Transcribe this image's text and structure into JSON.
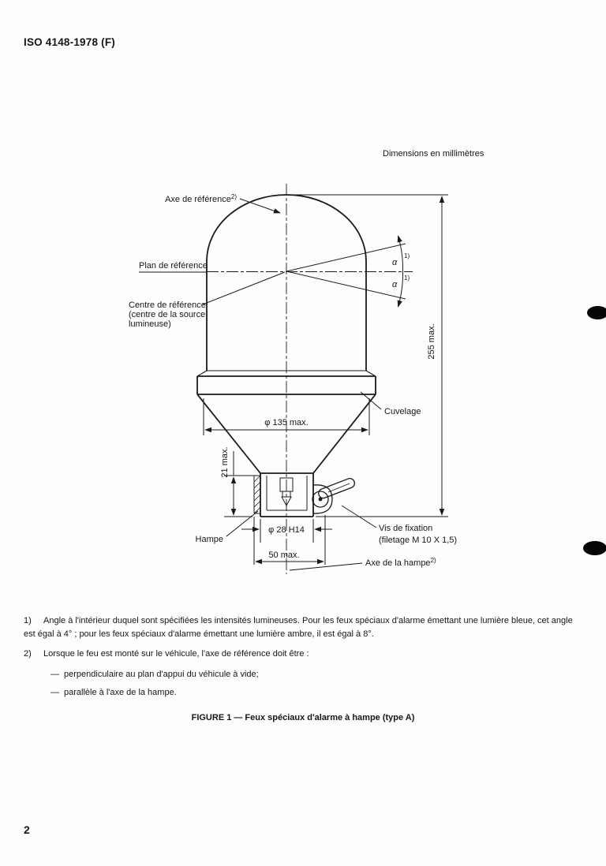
{
  "page": {
    "header": "ISO 4148-1978 (F)",
    "dimensions_note": "Dimensions en millimètres",
    "figure_caption": "FIGURE 1 — Feux spéciaux d'alarme à hampe (type A)",
    "page_number": "2"
  },
  "diagram": {
    "labels": {
      "axe_reference": "Axe de référence",
      "ref_sup": "2)",
      "plan_reference": "Plan de référence",
      "centre_reference_line1": "Centre de référence",
      "centre_reference_line2": "(centre de la source",
      "centre_reference_line3": "lumineuse)",
      "alpha": "α",
      "alpha_sup": "1)",
      "dim_height": "255 max.",
      "cuvelage": "Cuvelage",
      "dim_diameter": "φ 135 max.",
      "dim_stem_height": "21 max.",
      "hampe": "Hampe",
      "dim_stem_diameter": "φ 28 H14",
      "dim_base_width": "50 max.",
      "vis_fixation_line1": "Vis de fixation",
      "vis_fixation_line2": "(filetage M 10 X 1,5)",
      "axe_hampe": "Axe de la hampe"
    }
  },
  "notes": {
    "dash": "—",
    "note1_num": "1)",
    "note1_text": "Angle à l'intérieur duquel sont spécifiées les intensités lumineuses. Pour les feux spéciaux d'alarme émettant une lumière bleue, cet angle est égal à 4° ; pour les feux spéciaux d'alarme émettant une lumière ambre, il est égal à 8°.",
    "note2_num": "2)",
    "note2_text": "Lorsque le feu est monté sur le véhicule, l'axe de référence doit être :",
    "note2_items": [
      "perpendiculaire au plan d'appui du véhicule à vide;",
      "parallèle à l'axe de la hampe."
    ]
  }
}
